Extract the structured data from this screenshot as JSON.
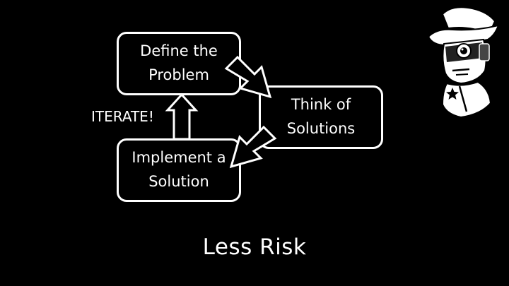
{
  "diagram": {
    "boxes": {
      "define": "Define the\nProblem",
      "think": "Think of\nSolutions",
      "implement": "Implement a\nSolution"
    },
    "loop_label": "ITERATE!"
  },
  "slide": {
    "title": "Less Risk"
  },
  "colors": {
    "background": "#000000",
    "foreground": "#ffffff"
  },
  "icons": {
    "mascot": "cowboy-robot-mascot-icon"
  }
}
